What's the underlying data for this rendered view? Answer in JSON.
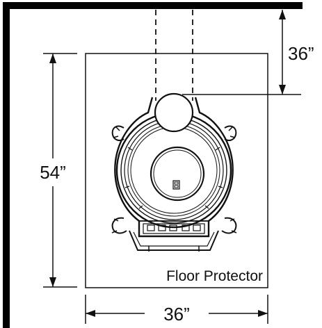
{
  "diagram": {
    "labels": {
      "clearance_rear": "36”",
      "protector_depth": "54”",
      "protector_width": "36”",
      "floor_protector": "Floor Protector"
    },
    "colors": {
      "wall": "#000000",
      "line": "#111111",
      "background": "#ffffff"
    },
    "icons": {
      "stove": "wood-stove-top-view-icon",
      "wall": "corner-wall",
      "flue": "dashed-flue-pipe"
    }
  }
}
